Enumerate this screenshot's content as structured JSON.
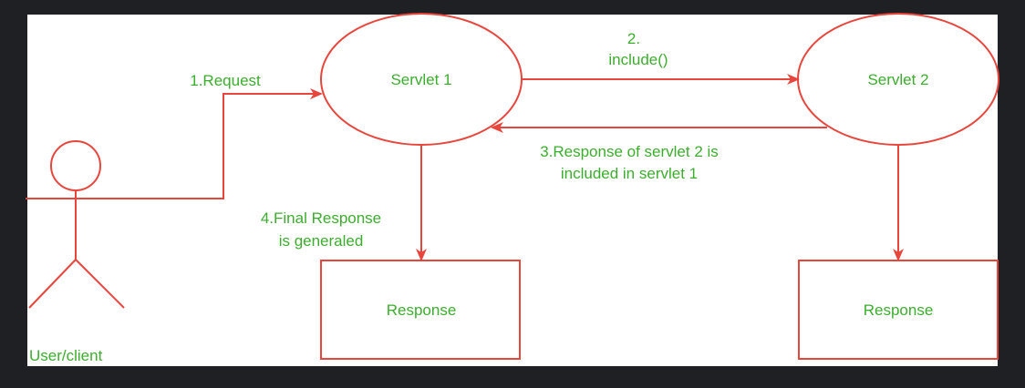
{
  "diagram": {
    "colors": {
      "background": "#1f2023",
      "canvas": "#ffffff",
      "stroke": "#e8453c",
      "text": "#3cad2e"
    },
    "nodes": {
      "servlet1": "Servlet 1",
      "servlet2": "Servlet 2",
      "response1": "Response",
      "response2": "Response",
      "actor": "User/client"
    },
    "edges": {
      "request": "1.Request",
      "include_line1": "2.",
      "include_line2": "include()",
      "included_line1": "3.Response of servlet 2 is",
      "included_line2": "included in servlet 1",
      "final_line1": "4.Final Response",
      "final_line2": "is generaled"
    }
  }
}
